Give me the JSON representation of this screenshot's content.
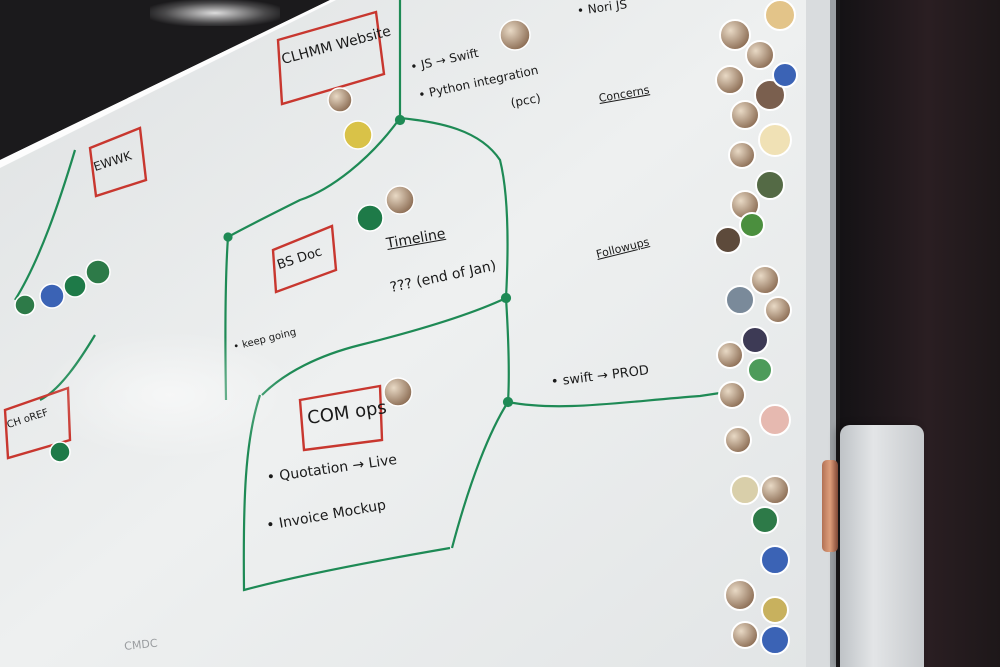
{
  "boxes": {
    "website": "CLHMM Website",
    "ewwk": "EWWK",
    "bs_doc": "BS Doc",
    "com_ops": "COM ops",
    "left_box": "CH oREF"
  },
  "notes": {
    "js_swift": "• JS → Swift",
    "python_integration": "• Python integration",
    "pcc": "(pcc)",
    "nori": "• Nori JS",
    "concerns": "Concerns",
    "followups": "Followups",
    "timeline": "Timeline",
    "end_of_jan": "??? (end of Jan)",
    "swift_prod": "• swift → PROD",
    "quotation_live": "• Quotation → Live",
    "invoice_mockup": "• Invoice Mockup",
    "keep_going": "• keep going",
    "cmdc": "CMDC"
  },
  "colors": {
    "marker_red": "#c8372f",
    "marker_green": "#1e8a55",
    "board_white": "#eef0f0"
  },
  "magnets": {
    "right_column_count": 30,
    "note": "photo magnets"
  }
}
